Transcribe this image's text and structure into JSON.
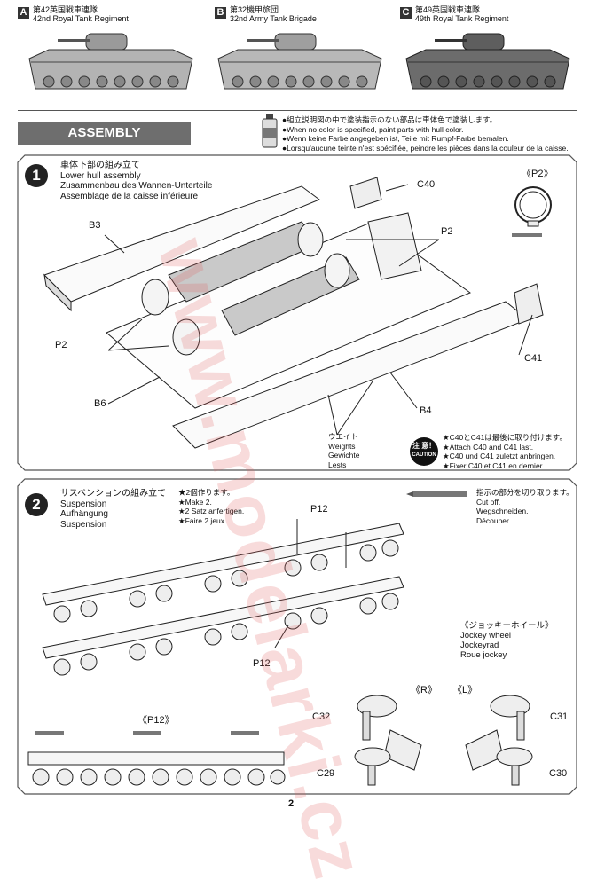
{
  "variants": [
    {
      "badge": "A",
      "jp": "第42英国戦車連隊",
      "en": "42nd Royal Tank Regiment"
    },
    {
      "badge": "B",
      "jp": "第32機甲旅団",
      "en": "32nd Army Tank Brigade"
    },
    {
      "badge": "C",
      "jp": "第49英国戦車連隊",
      "en": "49th Royal Tank Regiment"
    }
  ],
  "assembly": {
    "heading": "ASSEMBLY",
    "notes": [
      "●組立説明図の中で塗装指示のない部品は車体色で塗装します。",
      "●When no color is specified, paint parts with hull color.",
      "●Wenn keine Farbe angegeben ist, Teile mit Rumpf-Farbe bemalen.",
      "●Lorsqu'aucune teinte n'est spécifiée, peindre les pièces dans la couleur de la caisse."
    ]
  },
  "step1": {
    "number": "1",
    "title": [
      "車体下部の組み立て",
      "Lower hull assembly",
      "Zusammenbau des Wannen-Unterteile",
      "Assemblage de la caisse inférieure"
    ],
    "labels": {
      "c40": "C40",
      "p2_detail": "《P2》",
      "b3": "B3",
      "p2_right": "P2",
      "p2_left": "P2",
      "c41": "C41",
      "b6": "B6",
      "b4": "B4"
    },
    "weights": [
      "ウエイト",
      "Weights",
      "Gewichte",
      "Lests"
    ],
    "caution_badge": [
      "注 意！",
      "CAUTION"
    ],
    "caution": [
      "★C40とC41は最後に取り付けます。",
      "★Attach C40 and C41 last.",
      "★C40 und C41 zuletzt anbringen.",
      "★Fixer C40 et C41 en dernier."
    ]
  },
  "step2": {
    "number": "2",
    "title": [
      "サスペンションの組み立て",
      "Suspension",
      "Aufhängung",
      "Suspension"
    ],
    "make2": [
      "★2個作ります。",
      "★Make 2.",
      "★2 Satz anfertigen.",
      "★Faire 2 jeux."
    ],
    "cutoff": [
      "指示の部分を切り取ります。",
      "Cut off.",
      "Wegschneiden.",
      "Découper."
    ],
    "labels": {
      "p12_top": "P12",
      "p12_bottom": "P12",
      "p12_detail": "《P12》",
      "r": "《R》",
      "l": "《L》",
      "c32": "C32",
      "c31": "C31",
      "c29": "C29",
      "c30": "C30"
    },
    "jockey": [
      "《ジョッキーホイール》",
      "Jockey wheel",
      "Jockeyrad",
      "Roue jockey"
    ]
  },
  "watermark": "www.modelarki.cz",
  "page_number": "2"
}
